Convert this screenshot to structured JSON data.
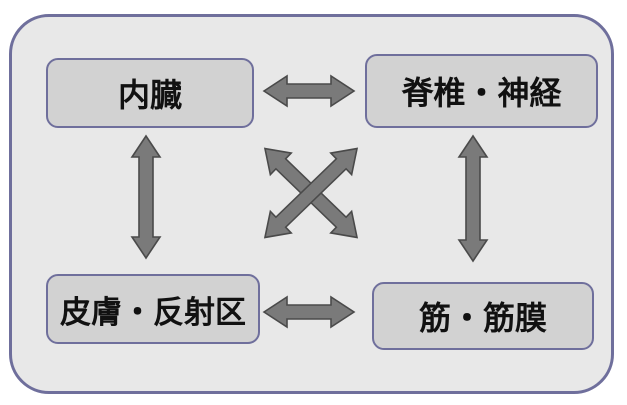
{
  "nodes": {
    "top_left": "内臓",
    "top_right": "脊椎・神経",
    "bottom_left": "皮膚・反射区",
    "bottom_right": "筋・筋膜"
  },
  "colors": {
    "frame_border": "#6f6f9c",
    "frame_fill": "#e8e8e8",
    "node_fill": "#d2d2d2",
    "arrow_fill": "#7a7a7a"
  }
}
